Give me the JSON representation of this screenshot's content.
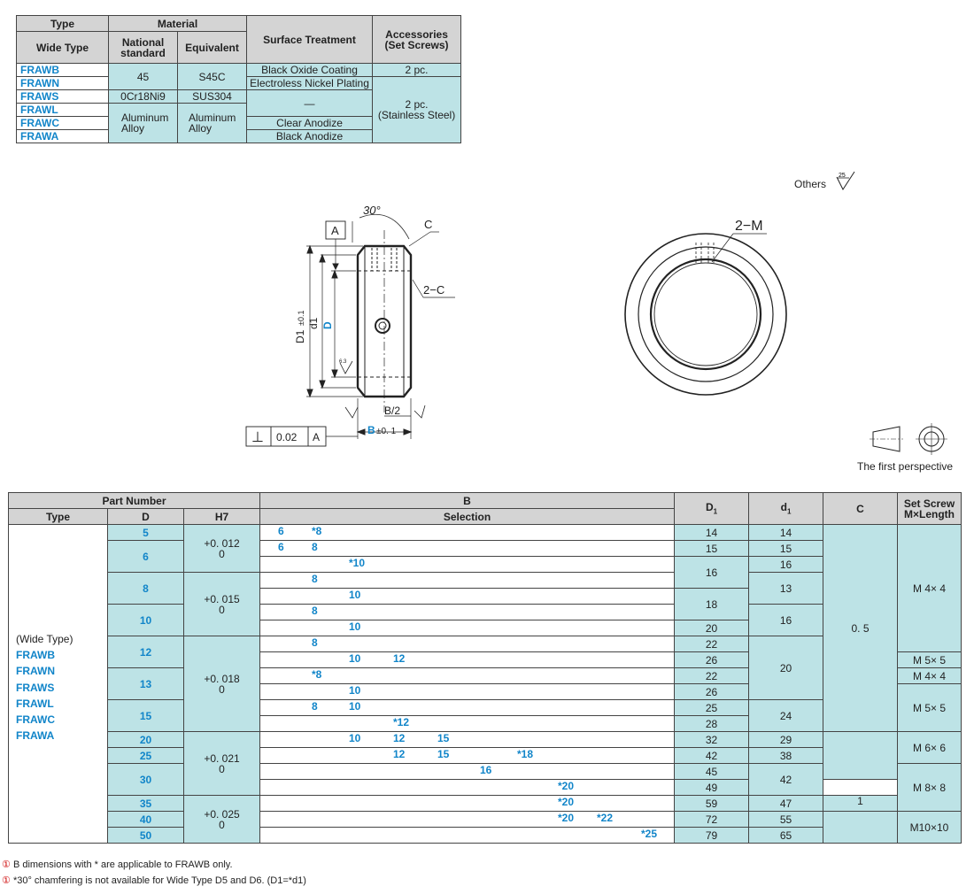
{
  "material_table": {
    "headers": {
      "type": "Type",
      "wide_type": "Wide Type",
      "material": "Material",
      "national_standard": "National standard",
      "equivalent": "Equivalent",
      "surface_treatment": "Surface Treatment",
      "accessories": "Accessories",
      "accessories_sub": "(Set Screws)"
    },
    "types": [
      "FRAWB",
      "FRAWN",
      "FRAWS",
      "FRAWL",
      "FRAWC",
      "FRAWA"
    ],
    "national": [
      "45",
      "0Cr18Ni9",
      "Aluminum Alloy"
    ],
    "equivalent": [
      "S45C",
      "SUS304",
      "Aluminum Alloy"
    ],
    "surface": [
      "Black Oxide Coating",
      "Electroless Nickel Plating",
      "—",
      "Clear Anodize",
      "Black Anodize"
    ],
    "accessories": [
      "2 pc.",
      "2 pc.",
      "(Stainless Steel)"
    ]
  },
  "drawing": {
    "others_label": "Others",
    "roughness_25": "25",
    "roughness_63": "6.3",
    "angle": "30°",
    "label_c": "C",
    "label_2c": "2−C",
    "label_a": "A",
    "label_d1": "D1",
    "label_d1_tol": "±0.1",
    "label_small_d1": "d1",
    "label_d": "D",
    "label_b": "B",
    "label_b_tol": "±0. 1",
    "label_b2": "B/2",
    "label_2m": "2−M",
    "tolerance_symbol": "⊥",
    "tolerance_value": "0.02",
    "tolerance_ref": "A",
    "perspective": "The first perspective"
  },
  "spec_table": {
    "headers": {
      "part_number": "Part Number",
      "type": "Type",
      "d": "D",
      "h7": "H7",
      "b": "B",
      "selection": "Selection",
      "d1_cap": "D",
      "d1_cap_sub": "1",
      "d1_small": "d",
      "d1_small_sub": "1",
      "c": "C",
      "set_screw": "Set Screw",
      "set_screw_sub": "M×Length"
    },
    "wide_type_label": "(Wide Type)",
    "types": [
      "FRAWB",
      "FRAWN",
      "FRAWS",
      "FRAWL",
      "FRAWC",
      "FRAWA"
    ],
    "d_values": [
      "5",
      "6",
      "8",
      "10",
      "12",
      "13",
      "15",
      "20",
      "25",
      "30",
      "35",
      "40",
      "50"
    ],
    "h7": [
      "+0. 012",
      "0",
      "+0. 015",
      "0",
      "+0. 018",
      "0",
      "+0. 021",
      "0",
      "+0. 025",
      "0"
    ],
    "selection_rows": [
      [
        {
          "v": "6",
          "col": 0
        },
        {
          "v": "*8",
          "col": 1
        }
      ],
      [
        {
          "v": "6",
          "col": 0
        },
        {
          "v": "8",
          "col": 1
        }
      ],
      [
        {
          "v": "*10",
          "col": 2
        }
      ],
      [
        {
          "v": "8",
          "col": 1
        }
      ],
      [
        {
          "v": "10",
          "col": 2
        }
      ],
      [
        {
          "v": "8",
          "col": 1
        }
      ],
      [
        {
          "v": "10",
          "col": 2
        }
      ],
      [
        {
          "v": "8",
          "col": 1
        }
      ],
      [
        {
          "v": "10",
          "col": 2
        },
        {
          "v": "12",
          "col": 3
        }
      ],
      [
        {
          "v": "*8",
          "col": 1
        }
      ],
      [
        {
          "v": "10",
          "col": 2
        }
      ],
      [
        {
          "v": "8",
          "col": 1
        },
        {
          "v": "10",
          "col": 2
        }
      ],
      [
        {
          "v": "*12",
          "col": 3
        }
      ],
      [
        {
          "v": "10",
          "col": 2
        },
        {
          "v": "12",
          "col": 3
        },
        {
          "v": "15",
          "col": 4
        }
      ],
      [
        {
          "v": "12",
          "col": 3
        },
        {
          "v": "15",
          "col": 4
        },
        {
          "v": "*18",
          "col": 6
        }
      ],
      [
        {
          "v": "16",
          "col": 5
        }
      ],
      [
        {
          "v": "*20",
          "col": 7
        }
      ],
      [
        {
          "v": "*20",
          "col": 7
        }
      ],
      [
        {
          "v": "*20",
          "col": 7
        },
        {
          "v": "*22",
          "col": 8
        }
      ],
      [
        {
          "v": "*25",
          "col": 9
        }
      ]
    ],
    "D1": [
      "14",
      "15",
      "16",
      "18",
      "20",
      "22",
      "26",
      "22",
      "26",
      "25",
      "28",
      "32",
      "42",
      "45",
      "49",
      "59",
      "72",
      "79"
    ],
    "d1": [
      "14",
      "15",
      "16",
      "13",
      "16",
      "20",
      "24",
      "29",
      "38",
      "42",
      "47",
      "55",
      "65"
    ],
    "c_values": [
      "0. 5",
      "1"
    ],
    "set_screw": [
      "M 4× 4",
      "M 5× 5",
      "M 4× 4",
      "M 5× 5",
      "M 6× 6",
      "M 8× 8",
      "M10×10"
    ]
  },
  "notes": [
    {
      "mark": "①",
      "text": "B dimensions with * are applicable to FRAWB only."
    },
    {
      "mark": "①",
      "text": "*30°  chamfering  is not available for Wide Type D5 and D6. (D1=*d1)"
    }
  ]
}
